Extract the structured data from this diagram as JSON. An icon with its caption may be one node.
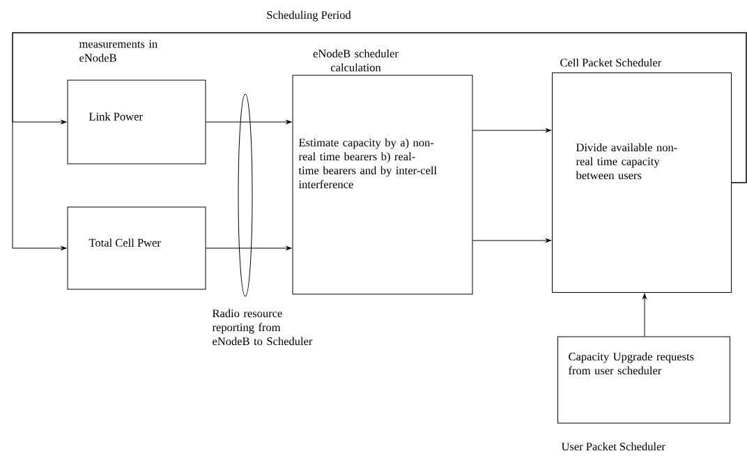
{
  "diagram": {
    "nodes": [
      {
        "text": [
          "Link Power"
        ]
      },
      {
        "text": [
          "Total Cell Pwer"
        ]
      },
      {
        "text": [
          "eNodeB scheduler calculation",
          "Estimate capacity by a) non-real time bearers b) real-time bearers and by inter-cell interference"
        ]
      },
      {
        "text": [
          "Cell Packet Scheduler",
          "Divide available non-real time capacity between users"
        ]
      },
      {
        "text": [
          "Capacity Upgrade requests from user scheduler",
          "User Packet Scheduler"
        ]
      }
    ],
    "edges": [
      {
        "from": 0,
        "to": 2,
        "arrow": "to"
      },
      {
        "from": 1,
        "to": 2,
        "arrow": "to"
      },
      {
        "from": 2,
        "to": 3,
        "arrow": "to"
      },
      {
        "from": 2,
        "to": 3,
        "arrow": "to"
      },
      {
        "from": 4,
        "to": 3,
        "arrow": "to"
      },
      {
        "from": 3,
        "to": 0,
        "arrow": "to"
      },
      {
        "from": 3,
        "to": 1,
        "arrow": "to"
      }
    ],
    "labels": [
      "Scheduling Period",
      "measurements in eNodeB",
      "Radio resource reporting from eNodeB to Scheduler"
    ]
  }
}
